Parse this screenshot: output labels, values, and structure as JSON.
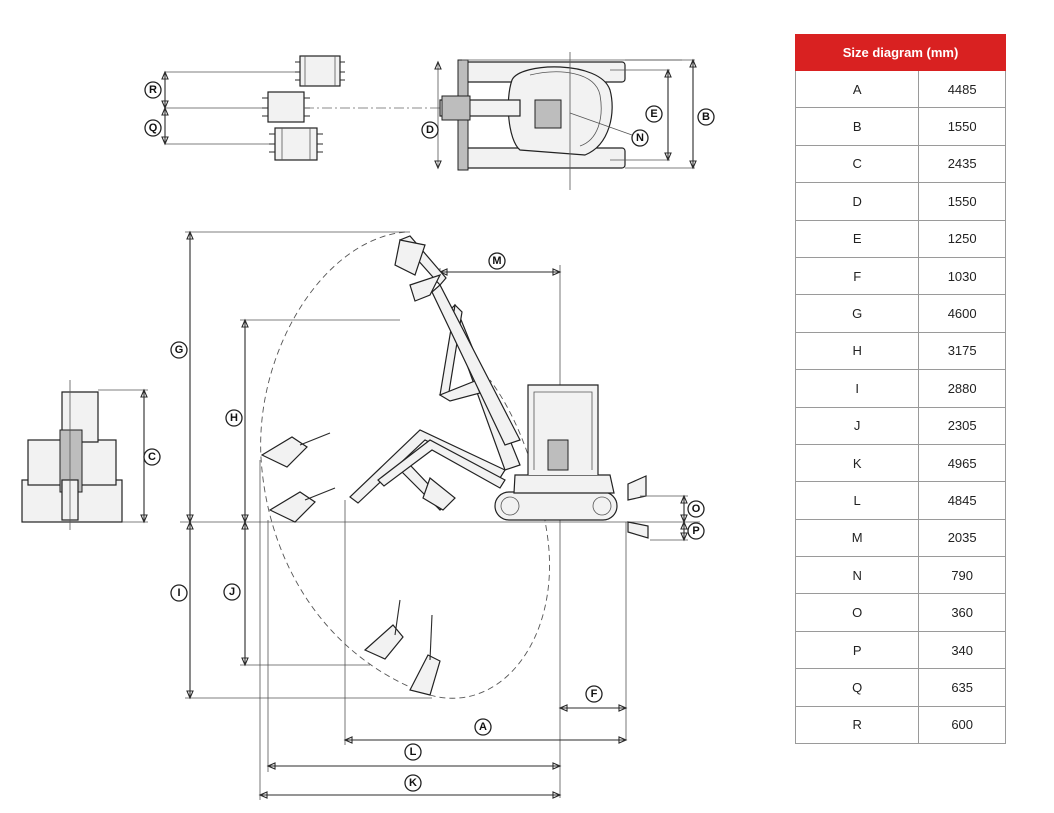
{
  "table": {
    "title": "Size diagram (mm)",
    "header_color": "#d92121",
    "rows": [
      {
        "key": "A",
        "value": "4485"
      },
      {
        "key": "B",
        "value": "1550"
      },
      {
        "key": "C",
        "value": "2435"
      },
      {
        "key": "D",
        "value": "1550"
      },
      {
        "key": "E",
        "value": "1250"
      },
      {
        "key": "F",
        "value": "1030"
      },
      {
        "key": "G",
        "value": "4600"
      },
      {
        "key": "H",
        "value": "3175"
      },
      {
        "key": "I",
        "value": "2880"
      },
      {
        "key": "J",
        "value": "2305"
      },
      {
        "key": "K",
        "value": "4965"
      },
      {
        "key": "L",
        "value": "4845"
      },
      {
        "key": "M",
        "value": "2035"
      },
      {
        "key": "N",
        "value": "790"
      },
      {
        "key": "O",
        "value": "360"
      },
      {
        "key": "P",
        "value": "340"
      },
      {
        "key": "Q",
        "value": "635"
      },
      {
        "key": "R",
        "value": "600"
      }
    ]
  },
  "diagram": {
    "labels": [
      "R",
      "Q",
      "D",
      "E",
      "N",
      "B",
      "G",
      "H",
      "C",
      "I",
      "J",
      "M",
      "O",
      "P",
      "F",
      "A",
      "L",
      "K"
    ]
  }
}
